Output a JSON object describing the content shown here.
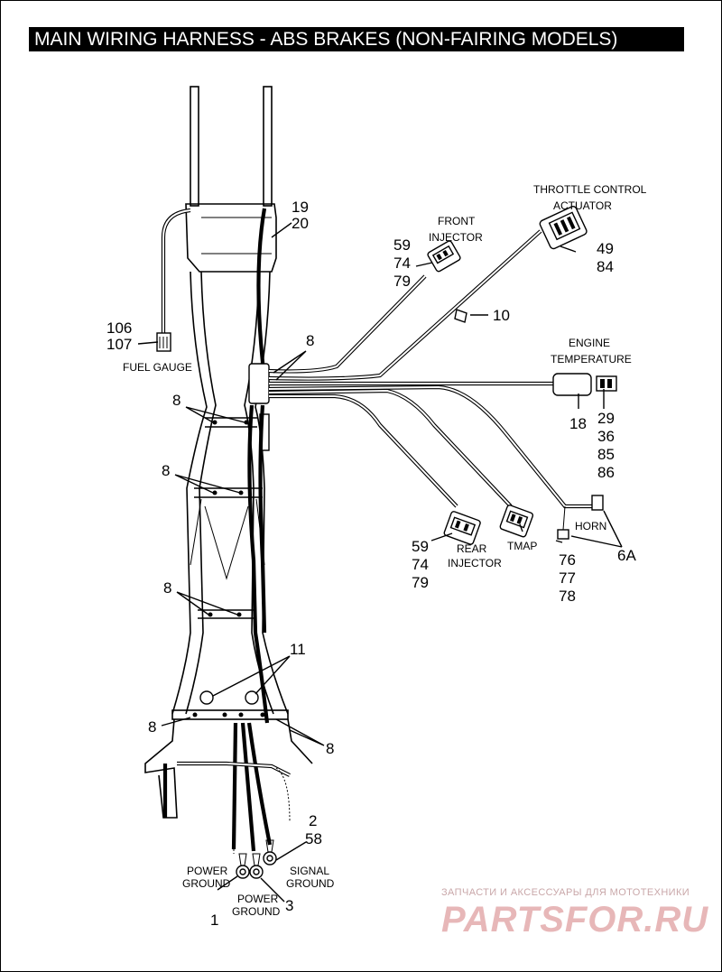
{
  "title": "MAIN WIRING HARNESS - ABS BRAKES (NON-FAIRING MODELS)",
  "labels": {
    "throttle_control_actuator": [
      "THROTTLE CONTROL",
      "ACTUATOR"
    ],
    "front_injector": [
      "FRONT",
      "INJECTOR"
    ],
    "engine_temperature": [
      "ENGINE",
      "TEMPERATURE"
    ],
    "fuel_gauge": "FUEL GAUGE",
    "rear_injector": [
      "REAR",
      "INJECTOR"
    ],
    "tmap": "TMAP",
    "horn": "HORN",
    "power_ground_left": [
      "POWER",
      "GROUND"
    ],
    "power_ground_center": [
      "POWER",
      "GROUND"
    ],
    "signal_ground": [
      "SIGNAL",
      "GROUND"
    ]
  },
  "callouts": {
    "c19_20": [
      "19",
      "20"
    ],
    "c59_74_79_front": [
      "59",
      "74",
      "79"
    ],
    "c49_84": [
      "49",
      "84"
    ],
    "c10": "10",
    "c106_107": [
      "106",
      "107"
    ],
    "c8_harness": "8",
    "c8_a": "8",
    "c8_b": "8",
    "c8_c": "8",
    "c8_left": "8",
    "c8_right": "8",
    "c11": "11",
    "c18": "18",
    "c29_36_85_86": [
      "29",
      "36",
      "85",
      "86"
    ],
    "c59_74_79_rear": [
      "59",
      "74",
      "79"
    ],
    "c76_77_78": [
      "76",
      "77",
      "78"
    ],
    "c6a": "6A",
    "c2_58": [
      "2",
      "58"
    ],
    "c1": "1",
    "c3": "3"
  },
  "watermark": {
    "line": "ЗАПЧАСТИ И АКСЕССУАРЫ ДЛЯ МОТОТЕХНИКИ",
    "brand": "PARTSFOR.RU",
    "color": "#e7b7b8"
  }
}
